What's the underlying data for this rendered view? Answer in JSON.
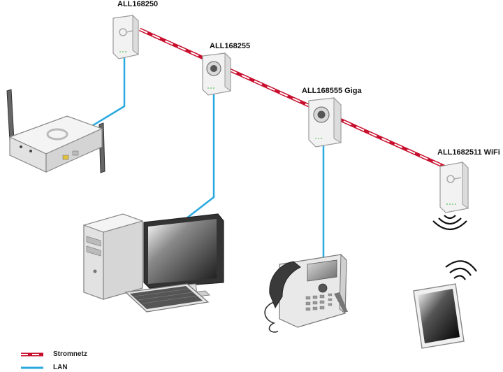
{
  "devices": {
    "adapter1": {
      "label": "ALL168250"
    },
    "adapter2": {
      "label": "ALL168255"
    },
    "adapter3": {
      "label": "ALL168555 Giga"
    },
    "adapter4": {
      "label": "ALL1682511 WiFi"
    }
  },
  "legend": {
    "power": {
      "label": "Stromnetz"
    },
    "lan": {
      "label": "LAN"
    }
  },
  "colors": {
    "power_red": "#c8102e",
    "lan_blue": "#29a9e0",
    "device_fill": "#f2f2f2",
    "device_stroke": "#9a9a9a"
  }
}
